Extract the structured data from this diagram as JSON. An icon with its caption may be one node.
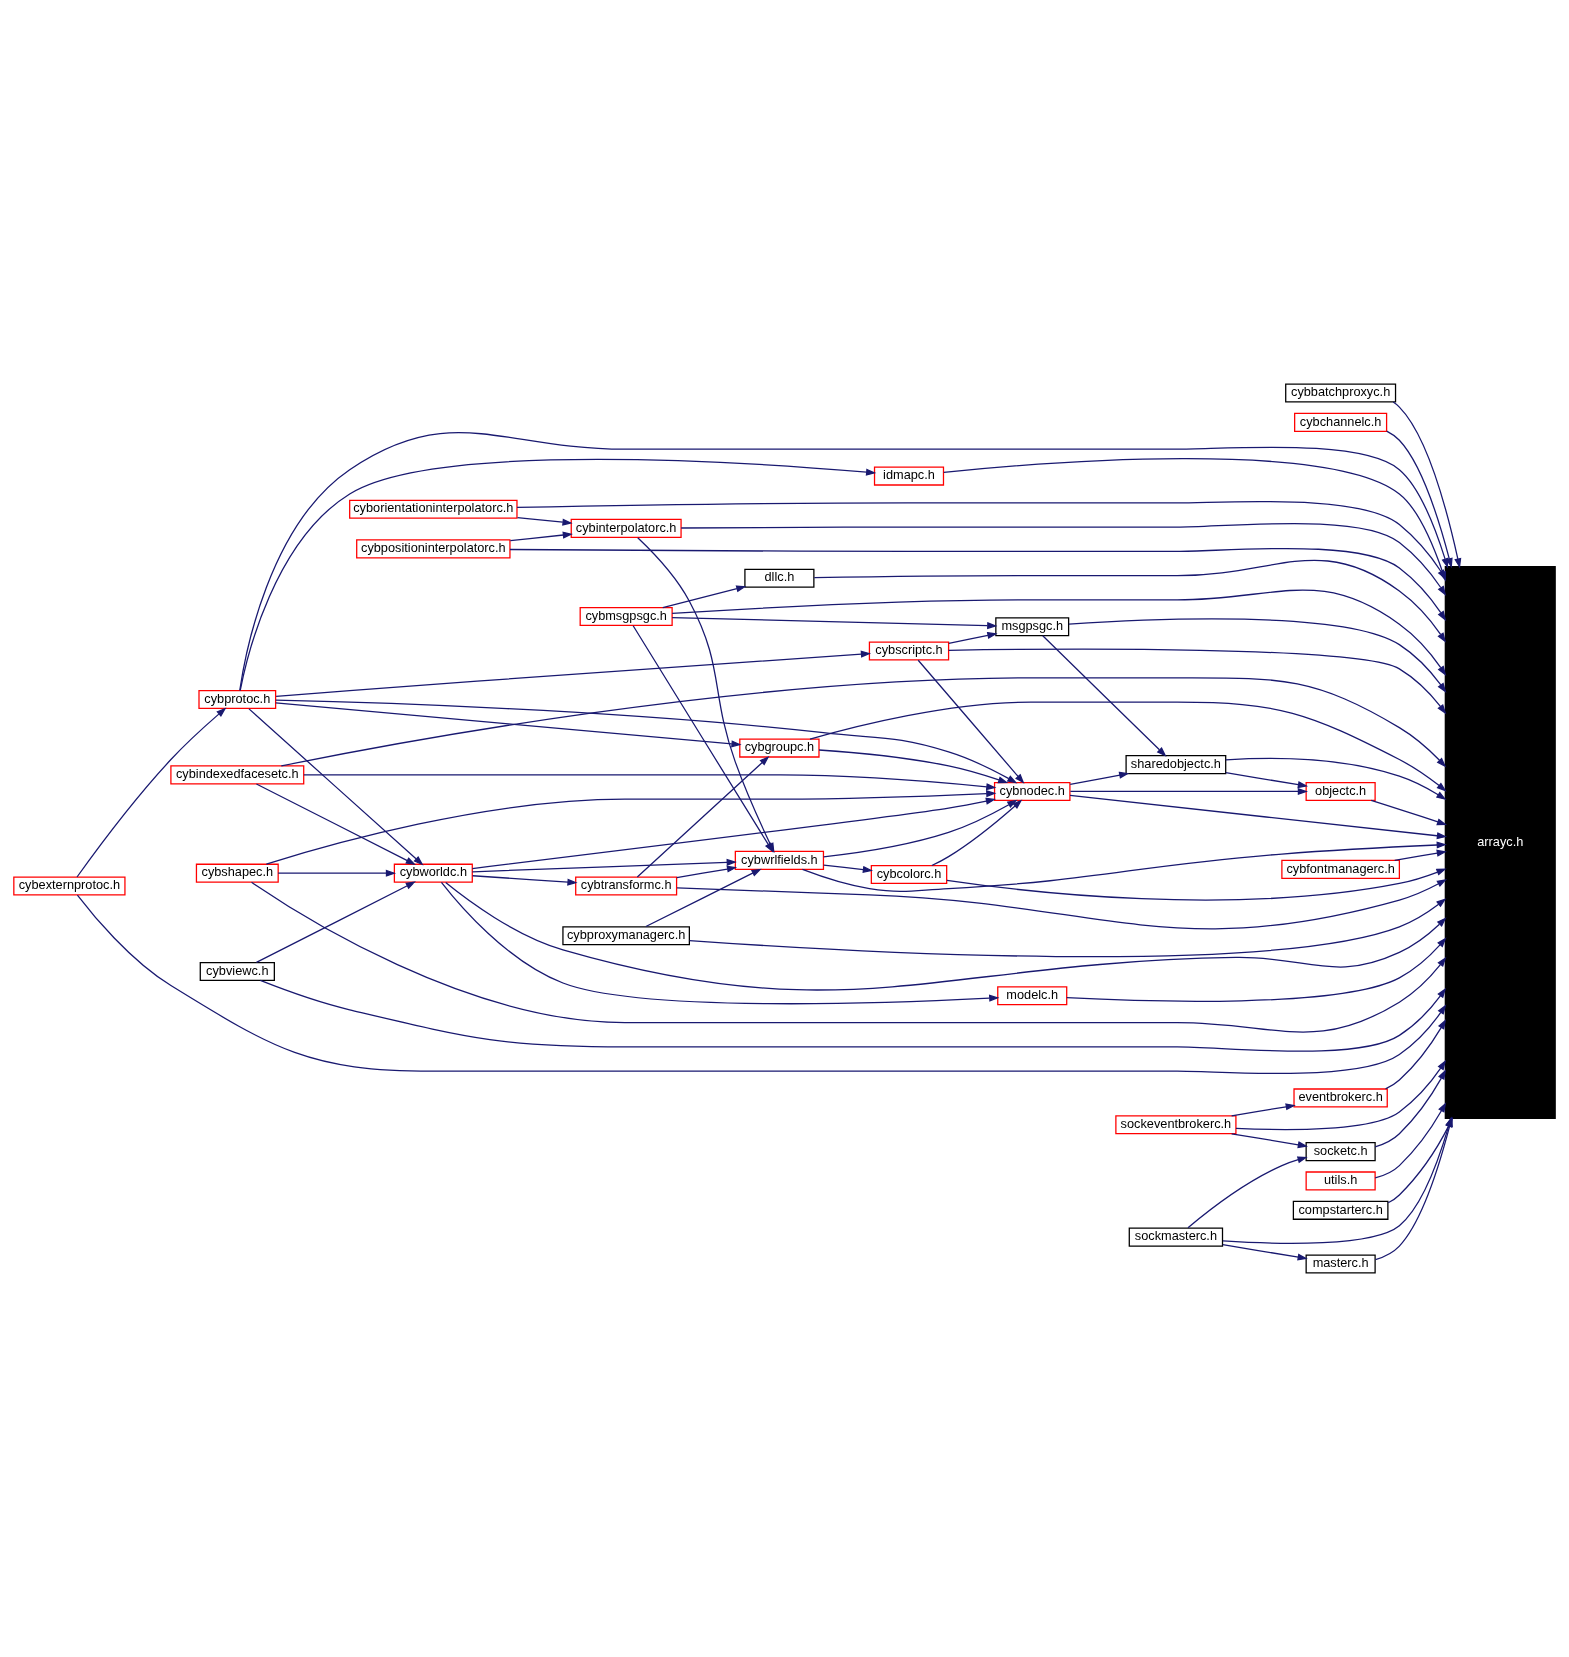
{
  "diagram": {
    "nodes": [
      {
        "text": [
          "cybbatchproxyc.h"
        ]
      },
      {
        "text": [
          "cybchannelc.h"
        ]
      },
      {
        "text": [
          "idmapc.h"
        ]
      },
      {
        "text": [
          "cyborientationinterpolatorc.h"
        ]
      },
      {
        "text": [
          "cybinterpolatorc.h"
        ]
      },
      {
        "text": [
          "cybpositioninterpolatorc.h"
        ]
      },
      {
        "text": [
          "dllc.h"
        ]
      },
      {
        "text": [
          "cybmsgpsgc.h"
        ]
      },
      {
        "text": [
          "msgpsgc.h"
        ]
      },
      {
        "text": [
          "cybscriptc.h"
        ]
      },
      {
        "text": [
          "cybproxymanagerc.h"
        ]
      },
      {
        "text": [
          "cybwrlfields.h"
        ]
      },
      {
        "text": [
          "cybcolorc.h"
        ]
      },
      {
        "text": [
          "sharedobjectc.h"
        ]
      },
      {
        "text": [
          "cybnodec.h"
        ]
      },
      {
        "text": [
          "objectc.h"
        ]
      },
      {
        "text": [
          "cybprotoc.h"
        ]
      },
      {
        "text": [
          "cybfontmanagerc.h"
        ]
      },
      {
        "text": [
          "arrayc.h"
        ]
      },
      {
        "text": [
          "cybgroupc.h"
        ]
      },
      {
        "text": [
          "cybtransformc.h"
        ]
      },
      {
        "text": [
          "cybindexedfacesetc.h"
        ]
      },
      {
        "text": [
          "cybworldc.h"
        ]
      },
      {
        "text": [
          "cybviewc.h"
        ]
      },
      {
        "text": [
          "cybshapec.h"
        ]
      },
      {
        "text": [
          "modelc.h"
        ]
      },
      {
        "text": [
          "cybexternprotoc.h"
        ]
      },
      {
        "text": [
          "eventbrokerc.h"
        ]
      },
      {
        "text": [
          "sockeventbrokerc.h"
        ]
      },
      {
        "text": [
          "socketc.h"
        ]
      },
      {
        "text": [
          "utils.h"
        ]
      },
      {
        "text": [
          "compstarterc.h"
        ]
      },
      {
        "text": [
          "sockmasterc.h"
        ]
      },
      {
        "text": [
          "masterc.h"
        ]
      }
    ],
    "edges": [
      {
        "from": 0,
        "to": 18,
        "arrow": "to"
      },
      {
        "from": 1,
        "to": 18,
        "arrow": "to"
      },
      {
        "from": 16,
        "to": 2,
        "arrow": "to"
      },
      {
        "from": 2,
        "to": 18,
        "arrow": "to"
      },
      {
        "from": 3,
        "to": 18,
        "arrow": "to"
      },
      {
        "from": 3,
        "to": 4,
        "arrow": "to"
      },
      {
        "from": 5,
        "to": 4,
        "arrow": "to"
      },
      {
        "from": 4,
        "to": 18,
        "arrow": "to"
      },
      {
        "from": 5,
        "to": 18,
        "arrow": "to"
      },
      {
        "from": 4,
        "to": 11,
        "arrow": "to"
      },
      {
        "from": 7,
        "to": 6,
        "arrow": "to"
      },
      {
        "from": 6,
        "to": 18,
        "arrow": "to"
      },
      {
        "from": 7,
        "to": 18,
        "arrow": "to"
      },
      {
        "from": 7,
        "to": 8,
        "arrow": "to"
      },
      {
        "from": 7,
        "to": 11,
        "arrow": "to"
      },
      {
        "from": 8,
        "to": 18,
        "arrow": "to"
      },
      {
        "from": 9,
        "to": 8,
        "arrow": "to"
      },
      {
        "from": 8,
        "to": 13,
        "arrow": "to"
      },
      {
        "from": 16,
        "to": 9,
        "arrow": "to"
      },
      {
        "from": 9,
        "to": 18,
        "arrow": "to"
      },
      {
        "from": 9,
        "to": 14,
        "arrow": "to"
      },
      {
        "from": 10,
        "to": 18,
        "arrow": "to"
      },
      {
        "from": 10,
        "to": 11,
        "arrow": "to"
      },
      {
        "from": 11,
        "to": 18,
        "arrow": "to"
      },
      {
        "from": 11,
        "to": 12,
        "arrow": "to"
      },
      {
        "from": 11,
        "to": 14,
        "arrow": "to"
      },
      {
        "from": 12,
        "to": 18,
        "arrow": "to"
      },
      {
        "from": 12,
        "to": 14,
        "arrow": "to"
      },
      {
        "from": 13,
        "to": 18,
        "arrow": "to"
      },
      {
        "from": 13,
        "to": 15,
        "arrow": "to"
      },
      {
        "from": 14,
        "to": 13,
        "arrow": "to"
      },
      {
        "from": 14,
        "to": 15,
        "arrow": "to"
      },
      {
        "from": 14,
        "to": 18,
        "arrow": "to"
      },
      {
        "from": 15,
        "to": 18,
        "arrow": "to"
      },
      {
        "from": 16,
        "to": 14,
        "arrow": "to"
      },
      {
        "from": 16,
        "to": 19,
        "arrow": "to"
      },
      {
        "from": 16,
        "to": 22,
        "arrow": "to"
      },
      {
        "from": 16,
        "to": 18,
        "arrow": "to"
      },
      {
        "from": 17,
        "to": 18,
        "arrow": "to"
      },
      {
        "from": 19,
        "to": 14,
        "arrow": "to"
      },
      {
        "from": 19,
        "to": 18,
        "arrow": "to"
      },
      {
        "from": 20,
        "to": 11,
        "arrow": "to"
      },
      {
        "from": 20,
        "to": 19,
        "arrow": "to"
      },
      {
        "from": 20,
        "to": 18,
        "arrow": "to"
      },
      {
        "from": 21,
        "to": 14,
        "arrow": "to"
      },
      {
        "from": 21,
        "to": 22,
        "arrow": "to"
      },
      {
        "from": 21,
        "to": 18,
        "arrow": "to"
      },
      {
        "from": 22,
        "to": 11,
        "arrow": "to"
      },
      {
        "from": 22,
        "to": 14,
        "arrow": "to"
      },
      {
        "from": 22,
        "to": 20,
        "arrow": "to"
      },
      {
        "from": 22,
        "to": 25,
        "arrow": "to"
      },
      {
        "from": 22,
        "to": 18,
        "arrow": "to"
      },
      {
        "from": 23,
        "to": 22,
        "arrow": "to"
      },
      {
        "from": 23,
        "to": 18,
        "arrow": "to"
      },
      {
        "from": 24,
        "to": 22,
        "arrow": "to"
      },
      {
        "from": 24,
        "to": 14,
        "arrow": "to"
      },
      {
        "from": 24,
        "to": 18,
        "arrow": "to"
      },
      {
        "from": 25,
        "to": 18,
        "arrow": "to"
      },
      {
        "from": 26,
        "to": 16,
        "arrow": "to"
      },
      {
        "from": 26,
        "to": 18,
        "arrow": "to"
      },
      {
        "from": 27,
        "to": 18,
        "arrow": "to"
      },
      {
        "from": 28,
        "to": 27,
        "arrow": "to"
      },
      {
        "from": 28,
        "to": 29,
        "arrow": "to"
      },
      {
        "from": 28,
        "to": 18,
        "arrow": "to"
      },
      {
        "from": 29,
        "to": 18,
        "arrow": "to"
      },
      {
        "from": 30,
        "to": 18,
        "arrow": "to"
      },
      {
        "from": 31,
        "to": 18,
        "arrow": "to"
      },
      {
        "from": 32,
        "to": 29,
        "arrow": "to"
      },
      {
        "from": 32,
        "to": 33,
        "arrow": "to"
      },
      {
        "from": 32,
        "to": 18,
        "arrow": "to"
      },
      {
        "from": 33,
        "to": 18,
        "arrow": "to"
      }
    ]
  }
}
